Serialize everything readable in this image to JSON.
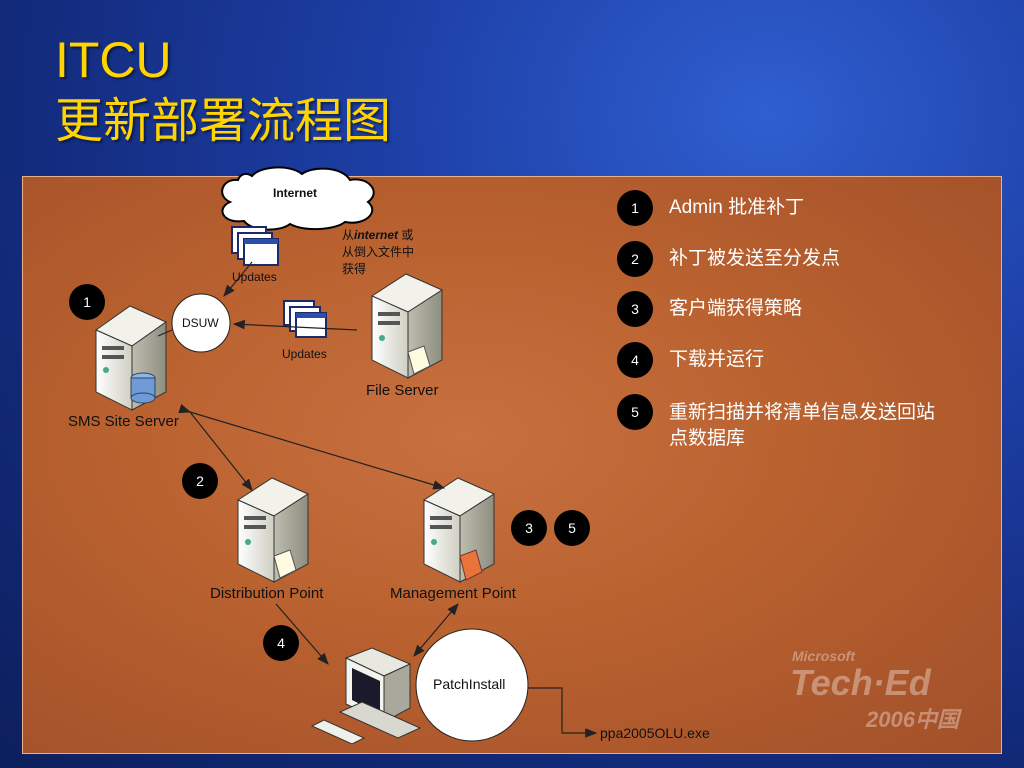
{
  "title": {
    "line1": "ITCU",
    "line2": "更新部署流程图"
  },
  "nodes": {
    "internet": "Internet",
    "updates_top": "Updates",
    "updates_mid": "Updates",
    "dsuw": "DSUW",
    "sms_site_server": "SMS Site Server",
    "file_server": "File Server",
    "distribution_point": "Distribution Point",
    "management_point": "Management Point",
    "patchinstall": "PatchInstall",
    "exe": "ppa2005OLU.exe"
  },
  "note": {
    "prefix": "从",
    "bold": "internet",
    "suffix": " 或",
    "line2": "从倒入文件中",
    "line3": "获得"
  },
  "badges": {
    "b1": "1",
    "b2": "2",
    "b3": "3",
    "b4": "4",
    "b5": "5"
  },
  "steps": [
    {
      "num": "1",
      "text": "Admin 批准补丁"
    },
    {
      "num": "2",
      "text": "补丁被发送至分发点"
    },
    {
      "num": "3",
      "text": "客户端获得策略"
    },
    {
      "num": "4",
      "text": "下载并运行"
    },
    {
      "num": "5",
      "text": "重新扫描并将清单信息发送回站点数据库"
    }
  ],
  "logo": {
    "brand": "Microsoft",
    "event": "Tech·Ed",
    "year": "2006中国"
  }
}
